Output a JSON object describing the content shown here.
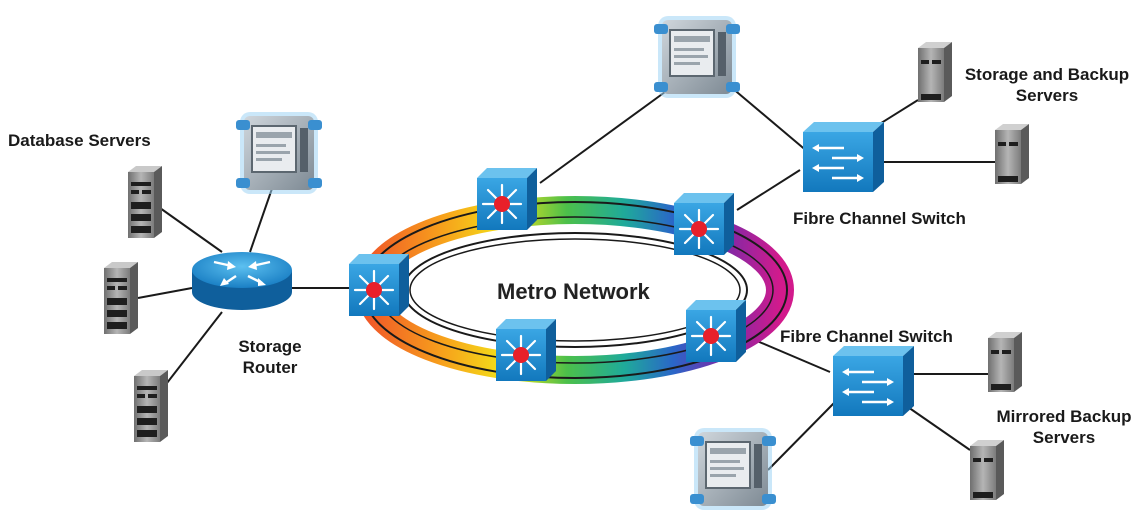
{
  "labels": {
    "database_servers": "Database Servers",
    "storage_router_line1": "Storage",
    "storage_router_line2": "Router",
    "metro_network": "Metro Network",
    "fibre_channel_switch_top": "Fibre Channel Switch",
    "fibre_channel_switch_bottom": "Fibre Channel Switch",
    "storage_backup_line1": "Storage and Backup",
    "storage_backup_line2": "Servers",
    "mirrored_backup_line1": "Mirrored Backup",
    "mirrored_backup_line2": "Servers"
  },
  "colors": {
    "device_blue": "#1f8fd0",
    "device_blue_dark": "#0d5f98",
    "node_red": "#e8202a",
    "server_gray": "#8a8a8a",
    "link_color": "#1a1a1a"
  }
}
